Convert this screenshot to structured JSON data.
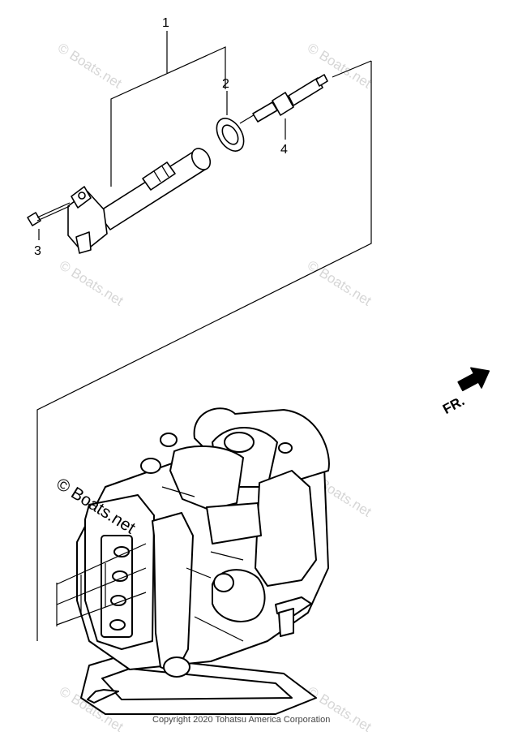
{
  "callouts": {
    "c1": "1",
    "c2": "2",
    "c3": "3",
    "c4": "4"
  },
  "watermark": {
    "text": "© Boats.net",
    "accent_color": "#d6d6d6"
  },
  "direction": {
    "label": "FR.",
    "icon": "front-arrow-icon"
  },
  "copyright": "Copyright 2020 Tohatsu America Corporation"
}
